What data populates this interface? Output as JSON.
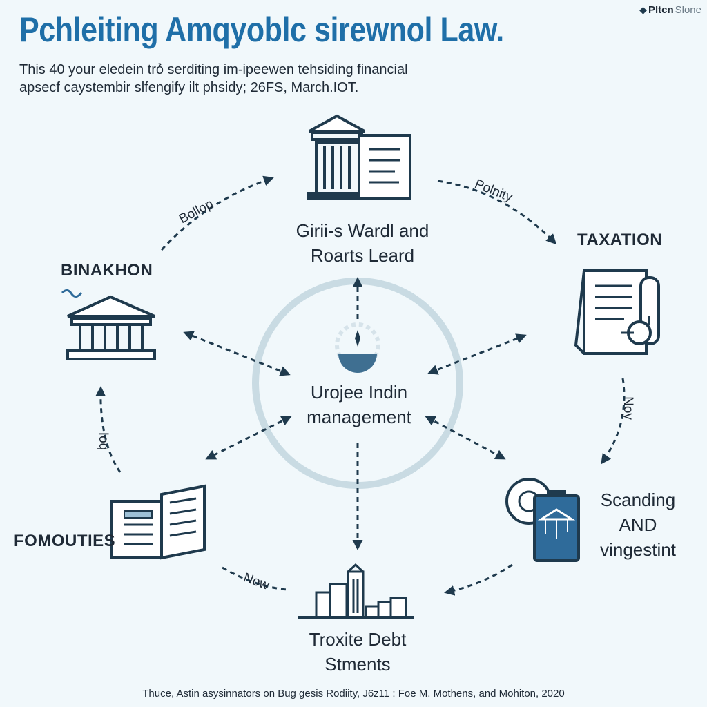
{
  "header": {
    "title": "Pchleiting Amqyoblc sirewnol Law.",
    "subtitle_line1": "This 40 your eledein trỏ serditing im-ipeewen tehsiding financial",
    "subtitle_line2": "apsecf caystembir slfengify ilt phsidy; 26FS, March.IOT.",
    "brand_a": "Pltcn",
    "brand_b": "Slone"
  },
  "nodes": {
    "top_line1": "Girii-s Wardl and",
    "top_line2": "Roarts Leard",
    "taxation": "TAXATION",
    "binakhon": "BINAKHON",
    "center_line1": "Urojee Indin",
    "center_line2": "management",
    "fomouties": "FOMOUTIES",
    "right_line1": "Scanding",
    "right_line2": "AND",
    "right_line3": "vingestint",
    "bottom_line1": "Troxite Debt",
    "bottom_line2": "Stments"
  },
  "edges": {
    "top_left": "Bollop",
    "top_right": "Polnity",
    "right": "Noy",
    "left": "Ioq",
    "bottom_left": "Now"
  },
  "footer": {
    "text": "Thuce, Astin asysinnators on Bug gesis Rodiity, J6z11 : Foe M. Mothens, and Mohiton, 2020"
  },
  "colors": {
    "title": "#1f6fa8",
    "navy": "#1f3a4d",
    "accent_blue": "#2f6b9a",
    "circle": "#c9dbe3"
  }
}
